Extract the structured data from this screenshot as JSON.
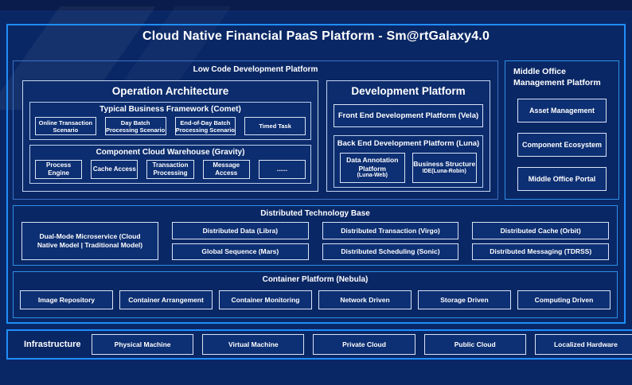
{
  "title": "Cloud Native Financial PaaS Platform - Sm@rtGalaxy4.0",
  "low_code": {
    "label": "Low Code Development Platform",
    "operation_architecture": {
      "title": "Operation Architecture",
      "comet": {
        "label": "Typical Business Framework (Comet)",
        "items": [
          "Online Transaction Scenario",
          "Day Batch Processing Scenario",
          "End-of-Day Batch Processing Scenario",
          "Timed Task"
        ]
      },
      "gravity": {
        "label": "Component Cloud Warehouse (Gravity)",
        "items": [
          "Process Engine",
          "Cache Access",
          "Transaction Processing",
          "Message Access",
          "......"
        ]
      }
    },
    "development_platform": {
      "title": "Development Platform",
      "front_end": "Front End Development Platform (Vela)",
      "back_end": {
        "label": "Back End Development Platform (Luna)",
        "items": [
          {
            "name": "Data Annotation Platform",
            "sub": "(Luna-Web)"
          },
          {
            "name": "Business Structure",
            "sub": "IDE(Luna-Robin)"
          }
        ]
      }
    }
  },
  "middle_office": {
    "label": "Middle Office Management Platform",
    "items": [
      "Asset Management",
      "Component Ecosystem",
      "Middle Office Portal"
    ]
  },
  "distributed": {
    "label": "Distributed Technology Base",
    "dual_mode": "Dual-Mode Microservice (Cloud Native Model | Traditional Model)",
    "columns": [
      {
        "top": "Distributed Data (Libra)",
        "bottom": "Global Sequence (Mars)"
      },
      {
        "top": "Distributed Transaction (Virgo)",
        "bottom": "Distributed Scheduling (Sonic)"
      },
      {
        "top": "Distributed Cache (Orbit)",
        "bottom": "Distributed Messaging (TDRSS)"
      }
    ]
  },
  "container_platform": {
    "label": "Container Platform (Nebula)",
    "items": [
      "Image Repository",
      "Container Arrangement",
      "Container Monitoring",
      "Network Driven",
      "Storage Driven",
      "Computing Driven"
    ]
  },
  "infrastructure": {
    "label": "Infrastructure",
    "items": [
      "Physical Machine",
      "Virtual Machine",
      "Private Cloud",
      "Public Cloud",
      "Localized Hardware"
    ]
  },
  "colors": {
    "background": "#0a2765",
    "top_band": "#0a1c4b",
    "frame_border": "#1f8efb",
    "panel_border": "#2d8fe8",
    "box_border": "#d9e4f6",
    "box_fill": "#0d2f73",
    "text": "#ffffff"
  }
}
